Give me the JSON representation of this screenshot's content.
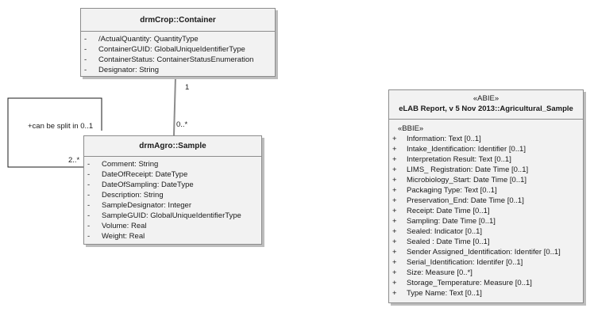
{
  "container": {
    "title": "drmCrop::Container",
    "attributes": [
      {
        "vis": "-",
        "text": "/ActualQuantity: QuantityType"
      },
      {
        "vis": "-",
        "text": "ContainerGUID: GlobalUniqueIdentifierType"
      },
      {
        "vis": "-",
        "text": "ContainerStatus: ContainerStatusEnumeration"
      },
      {
        "vis": "-",
        "text": "Designator: String"
      }
    ]
  },
  "sample": {
    "title": "drmAgro::Sample",
    "attributes": [
      {
        "vis": "-",
        "text": "Comment: String"
      },
      {
        "vis": "-",
        "text": "DateOfReceipt: DateType"
      },
      {
        "vis": "-",
        "text": "DateOfSampling: DateType"
      },
      {
        "vis": "-",
        "text": "Description: String"
      },
      {
        "vis": "-",
        "text": "SampleDesignator: Integer"
      },
      {
        "vis": "-",
        "text": "SampleGUID: GlobalUniqueIdentifierType"
      },
      {
        "vis": "-",
        "text": "Volume: Real"
      },
      {
        "vis": "-",
        "text": "Weight: Real"
      }
    ]
  },
  "abie": {
    "stereotype": "«ABIE»",
    "title": "eLAB Report, v 5 Nov 2013::Agricultural_Sample",
    "section": "«BBIE»",
    "attributes": [
      {
        "vis": "+",
        "text": "Information: Text [0..1]"
      },
      {
        "vis": "+",
        "text": "Intake_Identification: Identifier [0..1]"
      },
      {
        "vis": "+",
        "text": "Interpretation Result: Text [0..1]"
      },
      {
        "vis": "+",
        "text": "LIMS_ Registration: Date Time [0..1]"
      },
      {
        "vis": "+",
        "text": "Microbiology_Start: Date Time [0..1]"
      },
      {
        "vis": "+",
        "text": "Packaging Type: Text [0..1]"
      },
      {
        "vis": "+",
        "text": "Preservation_End: Date Time [0..1]"
      },
      {
        "vis": "+",
        "text": "Receipt: Date Time [0..1]"
      },
      {
        "vis": "+",
        "text": "Sampling: Date Time [0..1]"
      },
      {
        "vis": "+",
        "text": "Sealed: Indicator [0..1]"
      },
      {
        "vis": "+",
        "text": "Sealed : Date Time [0..1]"
      },
      {
        "vis": "+",
        "text": "Sender Assigned_Identification: Identifer [0..1]"
      },
      {
        "vis": "+",
        "text": "Serial_Identification: Identifer [0..1]"
      },
      {
        "vis": "+",
        "text": "Size: Measure [0..*]"
      },
      {
        "vis": "+",
        "text": "Storage_Temperature: Measure [0..1]"
      },
      {
        "vis": "+",
        "text": "Type Name: Text [0..1]"
      }
    ]
  },
  "association": {
    "container_end": "1",
    "sample_end": "0..*"
  },
  "self_association": {
    "role": "+can be split in 0..1",
    "end": "2..*"
  }
}
